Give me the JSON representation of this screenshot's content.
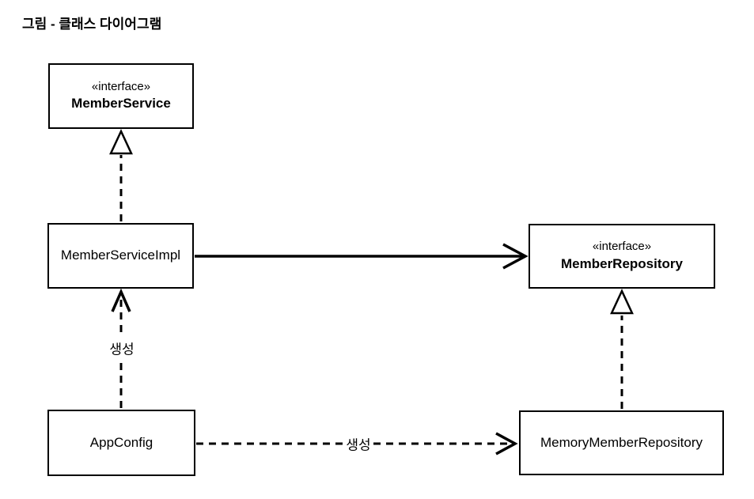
{
  "title": "그림 - 클래스 다이어그램",
  "diagram": {
    "nodes": [
      {
        "id": "member-service",
        "stereotype": "«interface»",
        "name": "MemberService"
      },
      {
        "id": "member-service-impl",
        "stereotype": "",
        "name": "MemberServiceImpl"
      },
      {
        "id": "member-repository",
        "stereotype": "«interface»",
        "name": "MemberRepository"
      },
      {
        "id": "app-config",
        "stereotype": "",
        "name": "AppConfig"
      },
      {
        "id": "memory-member-repository",
        "stereotype": "",
        "name": "MemoryMemberRepository"
      }
    ],
    "edges": [
      {
        "from": "MemberServiceImpl",
        "to": "MemberService",
        "type": "realization",
        "label": ""
      },
      {
        "from": "MemberServiceImpl",
        "to": "MemberRepository",
        "type": "association",
        "label": ""
      },
      {
        "from": "MemoryMemberRepository",
        "to": "MemberRepository",
        "type": "realization",
        "label": ""
      },
      {
        "from": "AppConfig",
        "to": "MemberServiceImpl",
        "type": "dependency",
        "label": "생성"
      },
      {
        "from": "AppConfig",
        "to": "MemoryMemberRepository",
        "type": "dependency",
        "label": "생성"
      }
    ],
    "colors": {
      "stroke": "#000000",
      "background": "#ffffff"
    }
  }
}
